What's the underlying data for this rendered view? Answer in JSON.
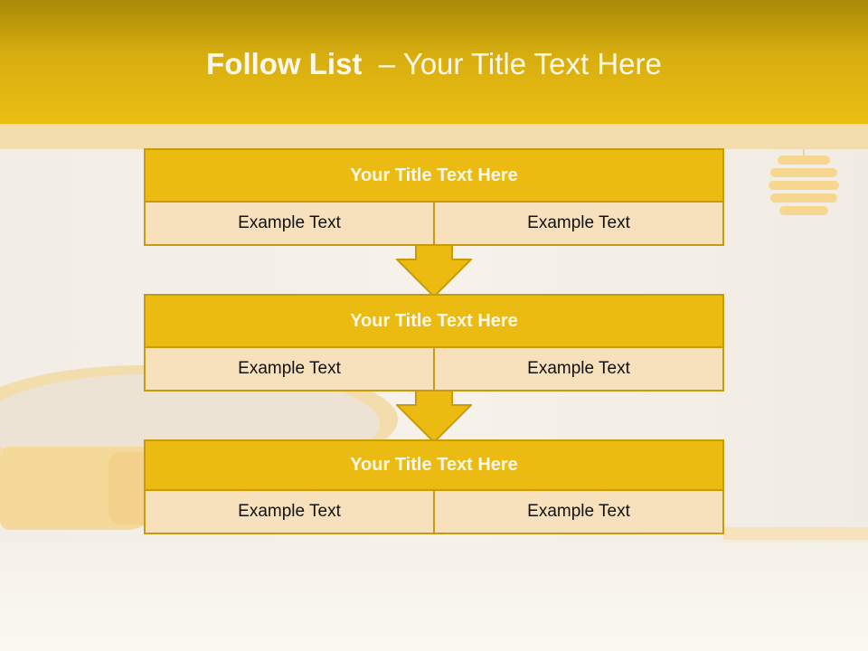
{
  "slide": {
    "title_bold": "Follow List",
    "title_rest": "  – Your Title Text Here"
  },
  "steps": [
    {
      "title": "Your Title Text Here",
      "left": "Example Text",
      "right": "Example Text"
    },
    {
      "title": "Your Title Text Here",
      "left": "Example Text",
      "right": "Example Text"
    },
    {
      "title": "Your Title Text Here",
      "left": "Example Text",
      "right": "Example Text"
    }
  ],
  "colors": {
    "header": "#ebbe12",
    "box_title": "#ebbb12",
    "box_border": "#c99b0a",
    "cell": "#f6e1bc",
    "arrow": "#ebbb12"
  }
}
